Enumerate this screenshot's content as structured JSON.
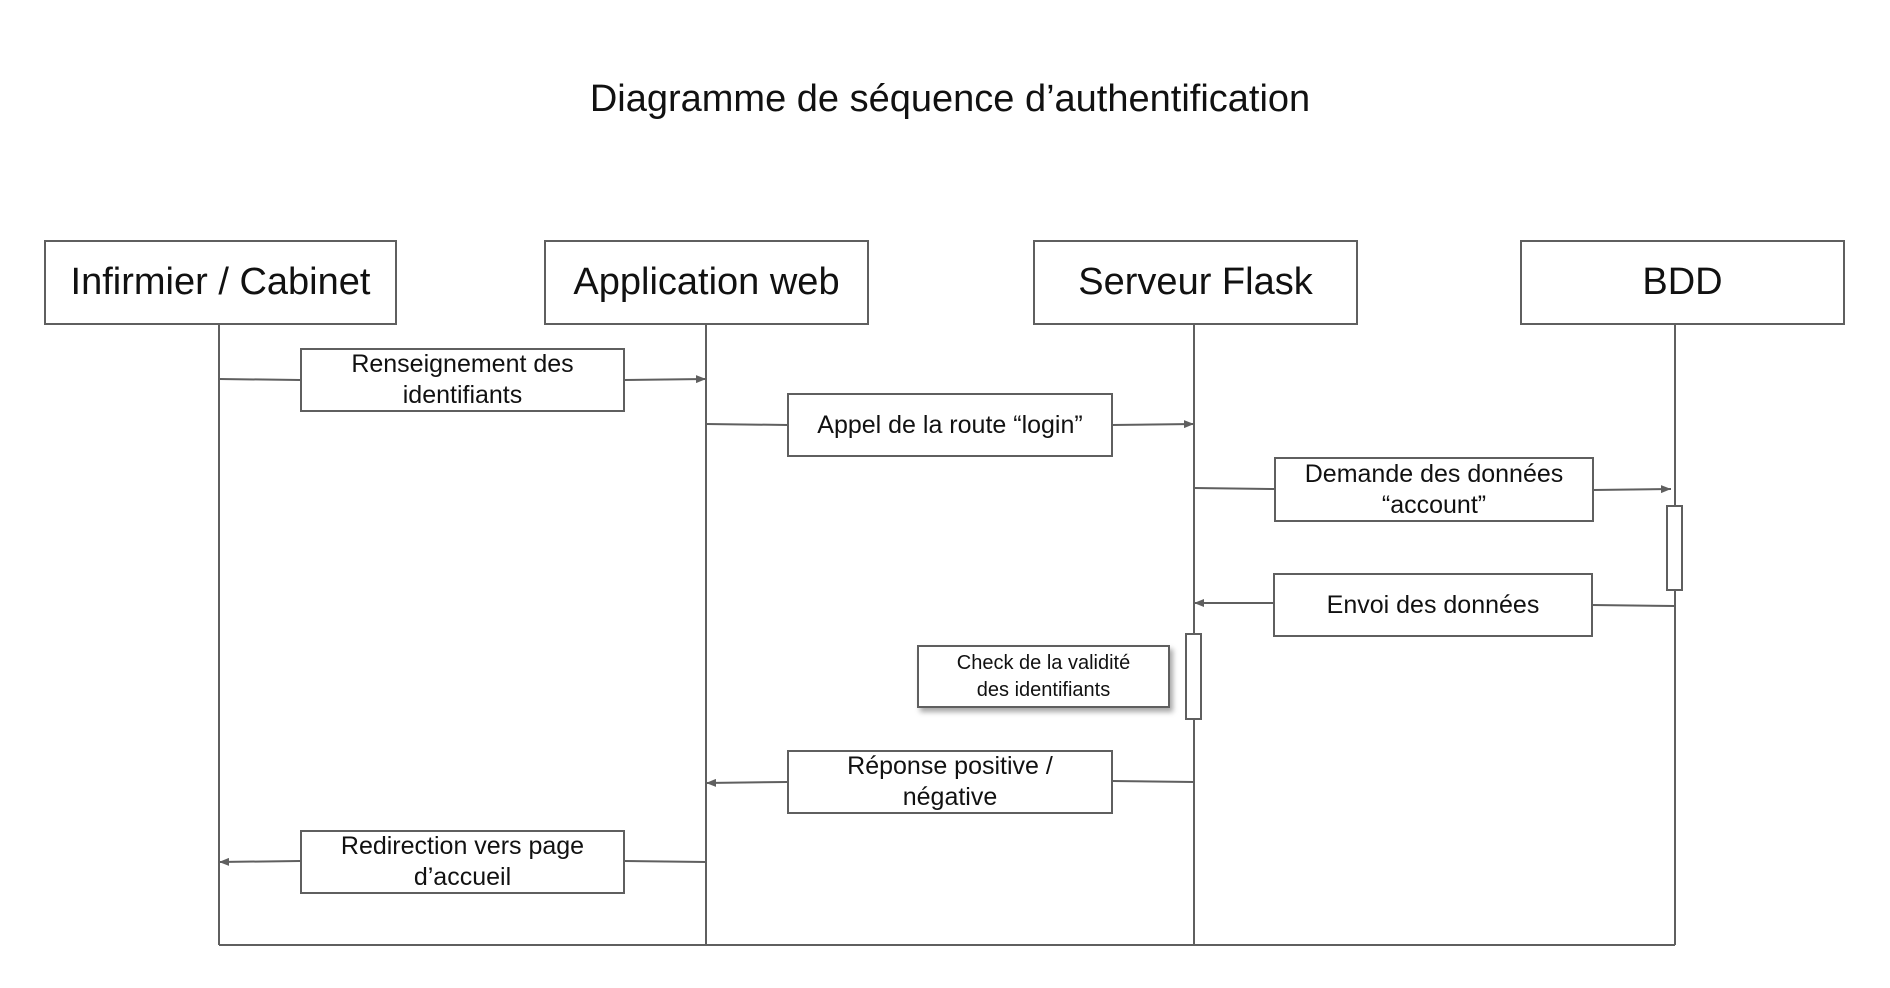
{
  "title": "Diagramme de séquence d’authentification",
  "colors": {
    "line": "#5f5f5f",
    "text": "#111111",
    "background": "#ffffff"
  },
  "lifelines": [
    {
      "id": "infirmier",
      "label": "Infirmier / Cabinet"
    },
    {
      "id": "app",
      "label": "Application web"
    },
    {
      "id": "flask",
      "label": "Serveur Flask"
    },
    {
      "id": "bdd",
      "label": "BDD"
    }
  ],
  "messages": [
    {
      "from": "infirmier",
      "to": "app",
      "label": "Renseignement des\nidentifiants"
    },
    {
      "from": "app",
      "to": "flask",
      "label": "Appel de la route “login”"
    },
    {
      "from": "flask",
      "to": "bdd",
      "label": "Demande des données\n“account”"
    },
    {
      "from": "bdd",
      "to": "flask",
      "label": "Envoi des données"
    },
    {
      "from": "flask",
      "to": "app",
      "label": "Réponse positive /\nnégative"
    },
    {
      "from": "app",
      "to": "infirmier",
      "label": "Redirection vers page\nd’accueil"
    }
  ],
  "note": {
    "lifeline": "flask",
    "label": "Check de la validité\ndes identifiants"
  }
}
